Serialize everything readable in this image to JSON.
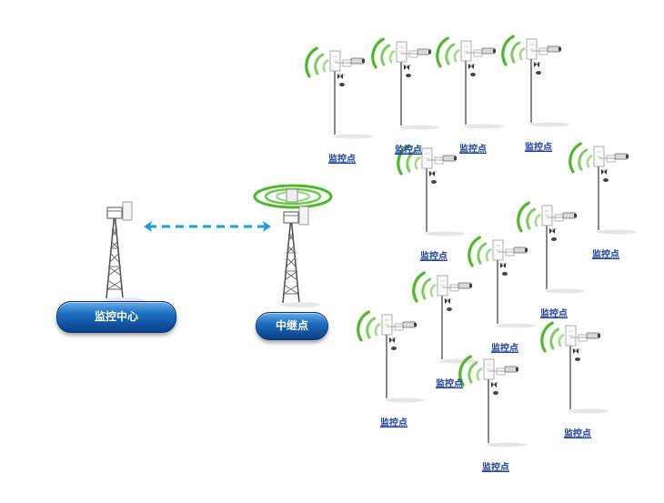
{
  "center": {
    "label": "监控中心"
  },
  "relay": {
    "label": "中继点"
  },
  "points": [
    {
      "label": "监控点"
    },
    {
      "label": "监控点"
    },
    {
      "label": "监控点"
    },
    {
      "label": "监控点"
    },
    {
      "label": "监控点"
    },
    {
      "label": "监控点"
    },
    {
      "label": "监控点"
    },
    {
      "label": "监控点"
    },
    {
      "label": "监控点"
    },
    {
      "label": "监控点"
    },
    {
      "label": "监控点"
    },
    {
      "label": "监控点"
    }
  ],
  "colors": {
    "signal": "#4fb82a",
    "link": "#1e9be0",
    "pill": "#1d6cc0",
    "label": "#1a3f9c"
  },
  "icons": {
    "tower": "lattice-tower-icon",
    "camera": "camera-icon",
    "signal": "wireless-signal-icon"
  }
}
